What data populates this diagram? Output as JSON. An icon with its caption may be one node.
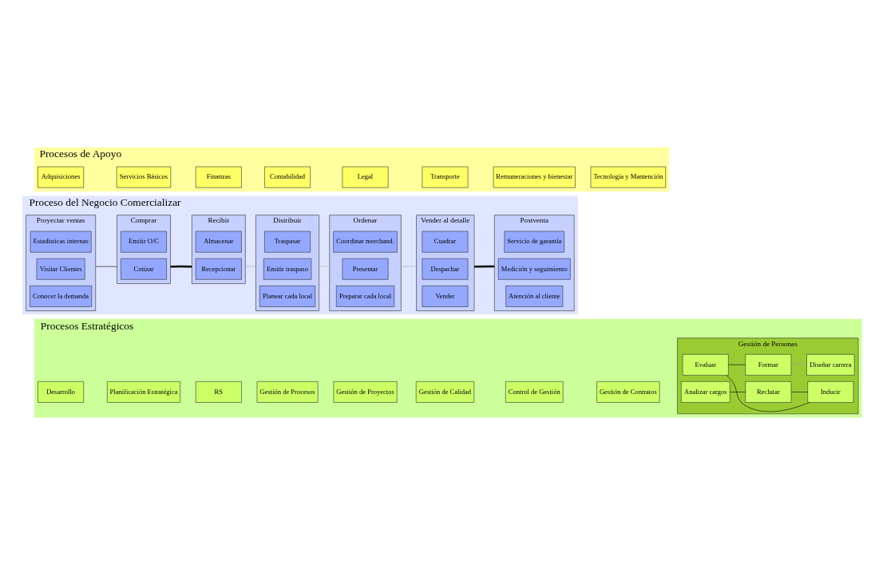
{
  "diagram": {
    "nodes": [
      {
        "text": [
          "Procesos Estratégicos"
        ]
      },
      {
        "text": [
          "Desarrollo"
        ],
        "in": 0
      },
      {
        "text": [
          "Planificación Estratégica"
        ],
        "in": 0
      },
      {
        "text": [
          "RS"
        ],
        "in": 0
      },
      {
        "text": [
          "Gestión de Procesos"
        ],
        "in": 0
      },
      {
        "text": [
          "Gestión de Proyectos"
        ],
        "in": 0
      },
      {
        "text": [
          "Gestión de Calidad"
        ],
        "in": 0
      },
      {
        "text": [
          "Control de Gestión"
        ],
        "in": 0
      },
      {
        "text": [
          "Gestión de Contratos"
        ],
        "in": 0
      },
      {
        "text": [
          "Gestión de Personas"
        ],
        "in": 0
      },
      {
        "text": [
          "Analizar cargos"
        ],
        "in": 9
      },
      {
        "text": [
          "Reclutar"
        ],
        "in": 9
      },
      {
        "text": [
          "Inducir"
        ],
        "in": 9
      },
      {
        "text": [
          "Evaluar"
        ],
        "in": 9
      },
      {
        "text": [
          "Formar"
        ],
        "in": 9
      },
      {
        "text": [
          "Diseñar carrera"
        ],
        "in": 9
      },
      {
        "text": [
          "Proceso del Negocio Comercializar"
        ]
      },
      {
        "text": [
          "Proyectar ventas"
        ],
        "in": 16
      },
      {
        "text": [
          "Conocer la demanda"
        ],
        "in": 17
      },
      {
        "text": [
          "Visitar Clientes"
        ],
        "in": 17
      },
      {
        "text": [
          "Estadísticas internas"
        ],
        "in": 17
      },
      {
        "text": [
          "Comprar"
        ],
        "in": 16
      },
      {
        "text": [
          "Cotizar"
        ],
        "in": 21
      },
      {
        "text": [
          "Emitir O/C"
        ],
        "in": 21
      },
      {
        "text": [
          "Recibir"
        ],
        "in": 16
      },
      {
        "text": [
          "Recepcionar"
        ],
        "in": 24
      },
      {
        "text": [
          "Almacenar"
        ],
        "in": 24
      },
      {
        "text": [
          "Distribuir"
        ],
        "in": 16
      },
      {
        "text": [
          "Planear cada local"
        ],
        "in": 27
      },
      {
        "text": [
          "Emitir traspaso"
        ],
        "in": 27
      },
      {
        "text": [
          "Traspasar"
        ],
        "in": 27
      },
      {
        "text": [
          "Ordenar"
        ],
        "in": 16
      },
      {
        "text": [
          "Preparar cada local"
        ],
        "in": 31
      },
      {
        "text": [
          "Presentar"
        ],
        "in": 31
      },
      {
        "text": [
          "Coordinar merchand."
        ],
        "in": 31
      },
      {
        "text": [
          "Vender al detalle"
        ],
        "in": 16
      },
      {
        "text": [
          "Vender"
        ],
        "in": 35
      },
      {
        "text": [
          "Despachar"
        ],
        "in": 35
      },
      {
        "text": [
          "Cuadrar"
        ],
        "in": 35
      },
      {
        "text": [
          "Postventa"
        ],
        "in": 16
      },
      {
        "text": [
          "Atención al cliente"
        ],
        "in": 39
      },
      {
        "text": [
          "Medición y seguimiento"
        ],
        "in": 39
      },
      {
        "text": [
          "Servicio de garantía"
        ],
        "in": 39
      },
      {
        "text": [
          "Procesos de Apoyo"
        ]
      },
      {
        "text": [
          "Adquisiciones"
        ],
        "in": 43
      },
      {
        "text": [
          "Servicios Básicos"
        ],
        "in": 43
      },
      {
        "text": [
          "Finanzas"
        ],
        "in": 43
      },
      {
        "text": [
          "Contabilidad"
        ],
        "in": 43
      },
      {
        "text": [
          "Legal"
        ],
        "in": 43
      },
      {
        "text": [
          "Transporte"
        ],
        "in": 43
      },
      {
        "text": [
          "Remuneraciones y bienestar"
        ],
        "in": 43
      },
      {
        "text": [
          "Tecnología y Mantención"
        ],
        "in": 43
      }
    ],
    "edges": [
      {
        "from": 10,
        "to": 11,
        "arrow": "none"
      },
      {
        "from": 11,
        "to": 12,
        "arrow": "none"
      },
      {
        "from": 12,
        "to": 13,
        "arrow": "none"
      },
      {
        "from": 13,
        "to": 14,
        "arrow": "none"
      },
      {
        "from": 14,
        "to": 15,
        "arrow": "none",
        "color": "#a0a0a0"
      },
      {
        "from": 17,
        "to": 21,
        "arrow": "none"
      },
      {
        "from": 21,
        "to": 24,
        "arrow": "none",
        "style": "thick"
      },
      {
        "from": 24,
        "to": 27,
        "arrow": "none",
        "color": "#a0a0a0"
      },
      {
        "from": 27,
        "to": 31,
        "arrow": "none",
        "color": "#a0a0a0"
      },
      {
        "from": 31,
        "to": 35,
        "arrow": "none",
        "color": "#a0a0a0"
      },
      {
        "from": 35,
        "to": 39,
        "arrow": "none",
        "style": "thick"
      }
    ]
  }
}
